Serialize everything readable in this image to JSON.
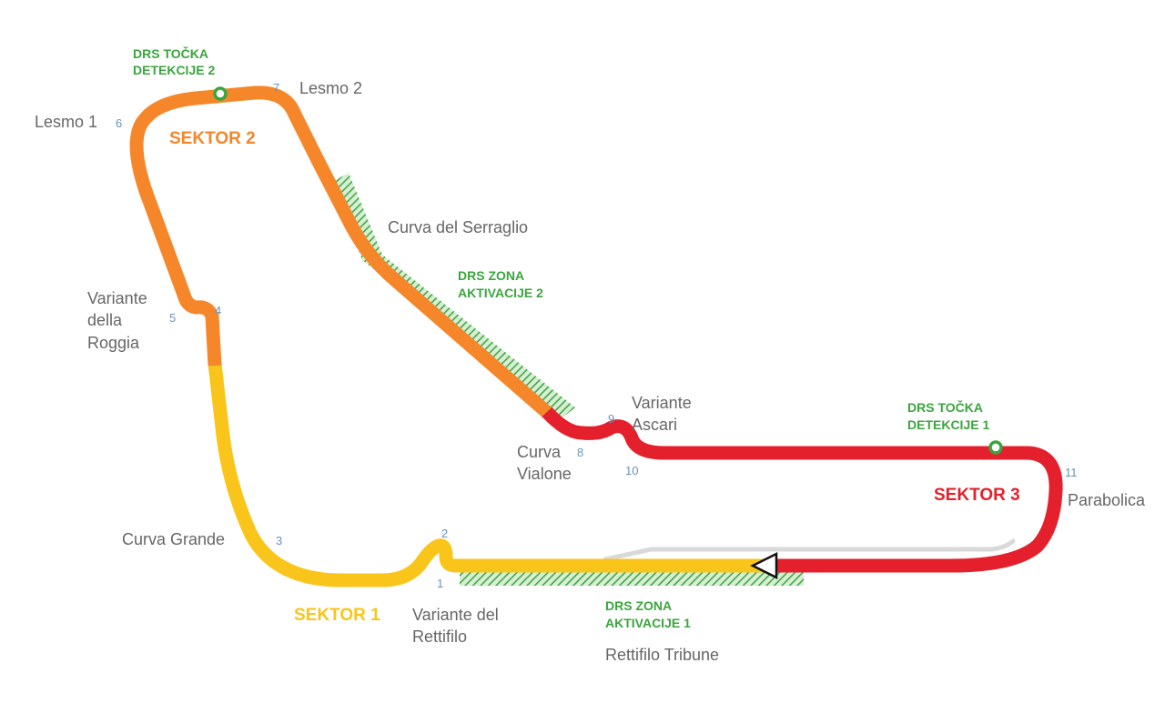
{
  "colors": {
    "sector1": "#f9c51a",
    "sector2": "#f5862a",
    "sector3": "#e3202b",
    "drs": "#3aa53d",
    "pitlane": "#d9d9d9",
    "corner_text": "#666666",
    "turn_number": "#6a93b8"
  },
  "sectors": {
    "s1": "SEKTOR 1",
    "s2": "SEKTOR 2",
    "s3": "SEKTOR 3"
  },
  "drs": {
    "detection1": [
      "DRS TOČKA",
      "DETEKCIJE 1"
    ],
    "detection2": [
      "DRS TOČKA",
      "DETEKCIJE 2"
    ],
    "zone1": [
      "DRS ZONA",
      "AKTIVACIJE 1"
    ],
    "zone2": [
      "DRS ZONA",
      "AKTIVACIJE 2"
    ]
  },
  "corners": {
    "lesmo1": "Lesmo 1",
    "lesmo2": "Lesmo 2",
    "serraglio": "Curva del Serraglio",
    "roggia": [
      "Variante",
      "della",
      "Roggia"
    ],
    "ascari": [
      "Variante",
      "Ascari"
    ],
    "vialone": [
      "Curva",
      "Vialone"
    ],
    "parabolica": "Parabolica",
    "curva_grande": "Curva Grande",
    "rettifilo": [
      "Variante del",
      "Rettifilo"
    ],
    "tribune": "Rettifilo Tribune"
  },
  "turns": [
    "1",
    "2",
    "3",
    "4",
    "5",
    "6",
    "7",
    "8",
    "9",
    "10",
    "11"
  ],
  "start_finish_icon": "start-arrow-icon"
}
